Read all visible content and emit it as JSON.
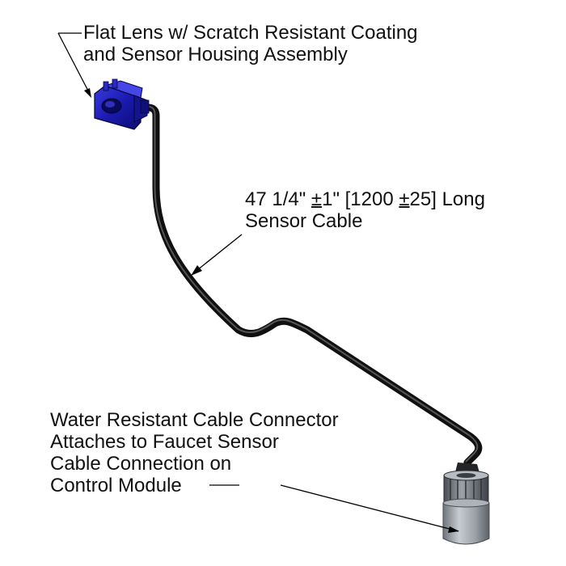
{
  "callouts": {
    "lens": {
      "lines": [
        "Flat Lens w/ Scratch Resistant Coating",
        "and Sensor Housing Assembly"
      ]
    },
    "cable": {
      "line1_parts": [
        "47 1/4\" ",
        "±",
        "1\" [1200 ",
        "±",
        "25] Long"
      ],
      "line2": "Sensor Cable"
    },
    "connector": {
      "lines": [
        "Water Resistant Cable Connector",
        "Attaches to Faucet Sensor",
        "Cable Connection on",
        "Control Module"
      ]
    }
  },
  "colors": {
    "housing_blue": "#1a1ab0",
    "cable_black": "#1c1c1c",
    "connector_gray": "#9aa0a8",
    "leader_line": "#000000"
  }
}
